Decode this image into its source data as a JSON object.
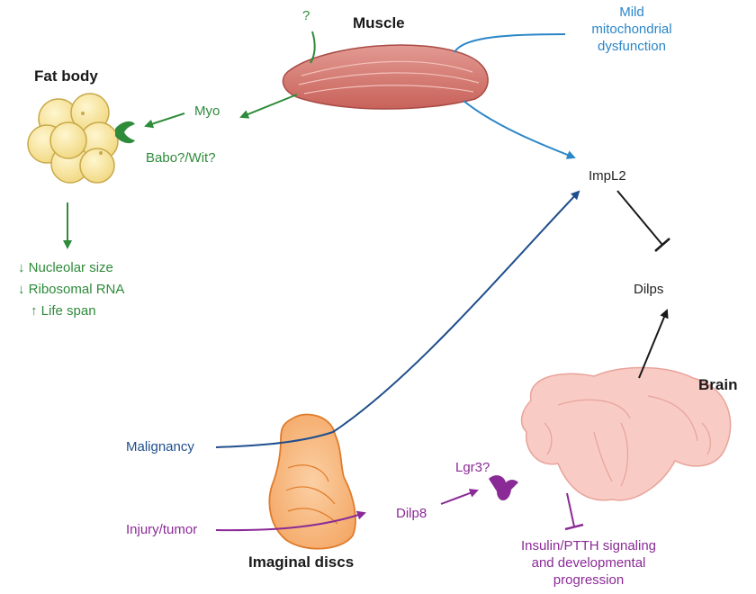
{
  "organs": {
    "muscle": "Muscle",
    "fat_body": "Fat body",
    "brain": "Brain",
    "imaginal_discs": "Imaginal discs"
  },
  "signals": {
    "question": "?",
    "myo": "Myo",
    "babo_wit": "Babo?/Wit?",
    "impl2": "ImpL2",
    "dilps": "Dilps",
    "dilp8": "Dilp8",
    "lgr3": "Lgr3?"
  },
  "conditions": {
    "mito_lines": [
      "Mild",
      "mitochondrial",
      "dysfunction"
    ],
    "malignancy": "Malignancy",
    "injury_tumor": "Injury/tumor"
  },
  "outcomes": {
    "fat_body_effects": [
      "↓ Nucleolar size",
      "↓ Ribosomal RNA",
      "↑ Life span"
    ],
    "brain_effect_lines": [
      "Insulin/PTTH signaling",
      "and developmental",
      "progression"
    ]
  },
  "colors": {
    "muscle_pathway": "#2e8b3a",
    "mito_pathway": "#2a86c8",
    "tumor_pathway": "#1f4e8c",
    "dilp8_pathway": "#8a2a96",
    "inhibition": "#1a1a1a"
  }
}
